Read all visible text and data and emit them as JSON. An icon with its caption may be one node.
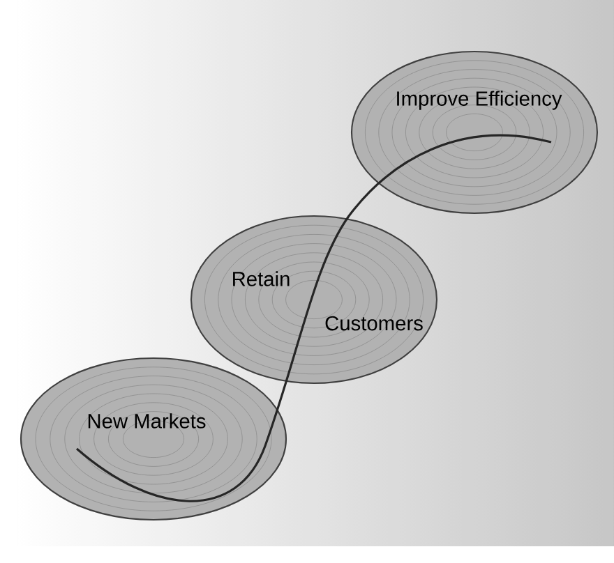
{
  "diagram": {
    "nodes": [
      {
        "text": [
          "Improve Efficiency"
        ]
      },
      {
        "text": [
          "Retain",
          "Customers"
        ]
      },
      {
        "text": [
          "New Markets"
        ]
      }
    ]
  }
}
